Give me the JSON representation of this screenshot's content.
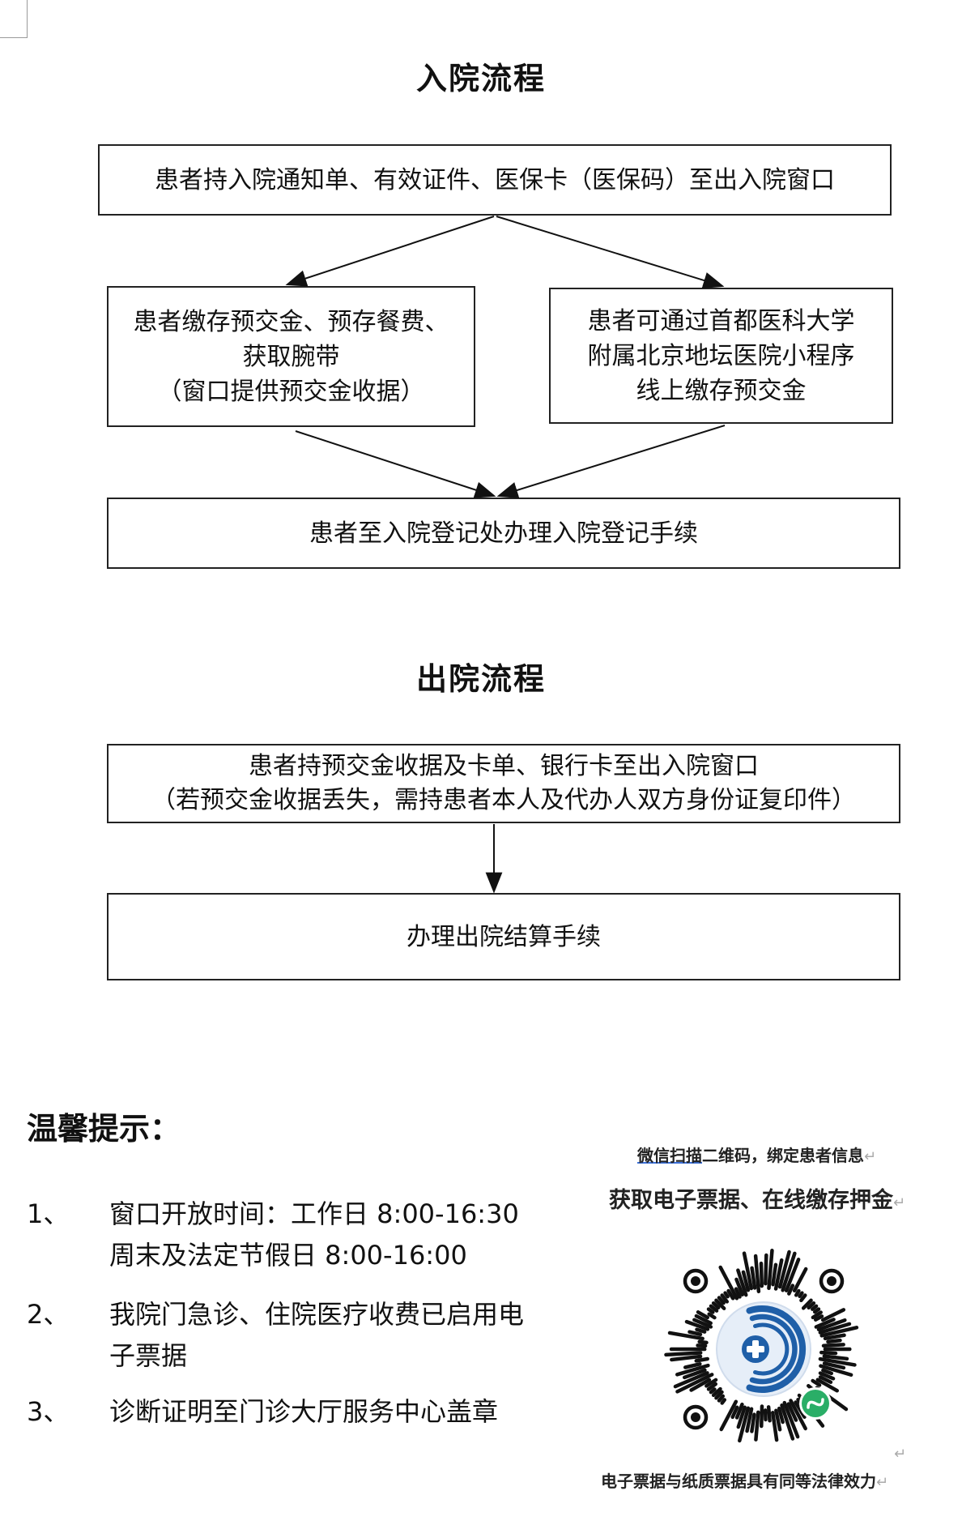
{
  "admission": {
    "title": "入院流程",
    "step1": "患者持入院通知单、有效证件、医保卡（医保码）至出入院窗口",
    "step2a": [
      "患者缴存预交金、预存餐费、",
      "获取腕带",
      "（窗口提供预交金收据）"
    ],
    "step2b": [
      "患者可通过首都医科大学",
      "附属北京地坛医院小程序",
      "线上缴存预交金"
    ],
    "step3": "患者至入院登记处办理入院登记手续"
  },
  "discharge": {
    "title": "出院流程",
    "step1": [
      "患者持预交金收据及卡单、银行卡至出入院窗口",
      "（若预交金收据丢失，需持患者本人及代办人双方身份证复印件）"
    ],
    "step2": "办理出院结算手续"
  },
  "tips": {
    "title": "温馨提示：",
    "items": [
      {
        "num": "1、",
        "lines": [
          "窗口开放时间：工作日 8:00-16:30",
          "周末及法定节假日 8:00-16:00"
        ]
      },
      {
        "num": "2、",
        "lines": [
          "我院门急诊、住院医疗收费已启用电",
          "子票据"
        ]
      },
      {
        "num": "3、",
        "lines": [
          "诊断证明至门诊大厅服务中心盖章"
        ]
      }
    ]
  },
  "qr": {
    "caption_top_a": "微信扫描",
    "caption_top_b": "二维码，绑定患者信息",
    "caption_main": "获取电子票据、在线缴存押金",
    "caption_bottom": "电子票据与纸质票据具有同等法律效力",
    "return_mark": "↵",
    "logo_color": "#1f5fa8",
    "badge_color": "#2aae67"
  }
}
